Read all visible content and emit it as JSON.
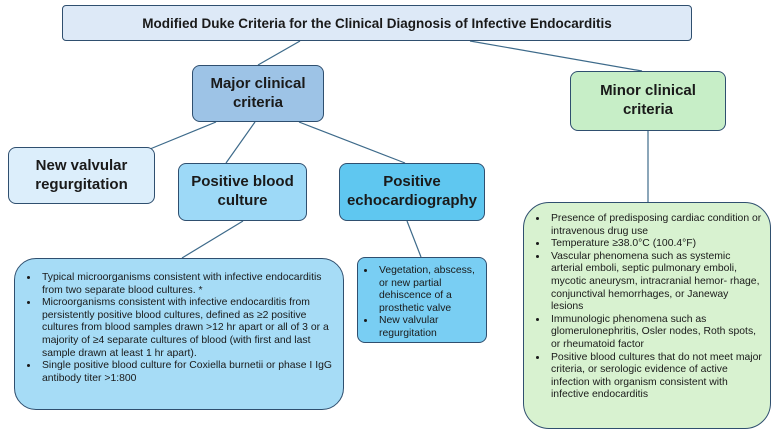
{
  "title": "Modified Duke Criteria for the Clinical Diagnosis of Infective Endocarditis",
  "major": {
    "line1": "Major clinical",
    "line2": "criteria"
  },
  "minor": {
    "line1": "Minor clinical",
    "line2": "criteria"
  },
  "new_valvular": {
    "line1": "New valvular",
    "line2": "regurgitation"
  },
  "blood_culture": {
    "line1": "Positive blood",
    "line2": "culture",
    "items": [
      "Typical microorganisms consistent with infective endocarditis from two separate blood cultures. *",
      "Microorganisms consistent with infective endocarditis from persistently positive blood cultures, defined as ≥2 positive cultures from blood samples drawn >12 hr apart or all of 3 or a majority of ≥4 separate cultures of blood (with first and last sample drawn at least 1 hr apart).",
      "Single positive blood culture for Coxiella burnetii or phase I IgG antibody titer >1:800"
    ]
  },
  "echo": {
    "line1": "Positive",
    "line2": "echocardiography",
    "items": [
      "Vegetation, abscess, or new partial dehiscence of a prosthetic valve",
      "New valvular regurgitation"
    ]
  },
  "minor_list": {
    "items": [
      "Presence of predisposing cardiac condition or intravenous drug use",
      "Temperature ≥38.0°C (100.4°F)",
      "Vascular phenomena such as systemic arterial emboli, septic pulmonary emboli, mycotic aneurysm, intracranial hemor- rhage, conjunctival hemorrhages, or Janeway lesions",
      "Immunologic phenomena such as glomerulonephritis, Osler nodes, Roth spots, or rheumatoid factor",
      "Positive blood cultures that do not meet major criteria, or serologic evidence of active infection with organism consistent with infective endocarditis"
    ]
  }
}
